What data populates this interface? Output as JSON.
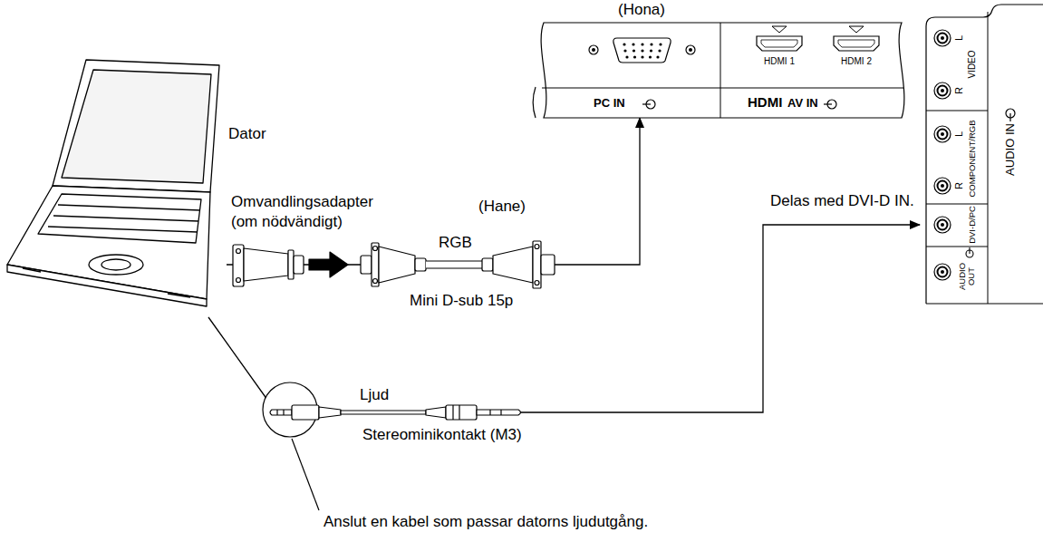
{
  "diagram": {
    "nodes": [
      {
        "text": [
          "(Hona)",
          "PC IN",
          "HDMI 1",
          "HDMI 2",
          "HDMI",
          "AV IN"
        ]
      },
      {
        "text": [
          "L",
          "VIDEO",
          "R",
          "AUDIO IN",
          "L",
          "COMPONENT/RGB",
          "R",
          "DVI-D/PC",
          "AUDIO OUT"
        ]
      },
      {
        "text": [
          "Dator"
        ]
      }
    ],
    "edges": [
      {
        "from": 2,
        "to": 0,
        "arrow": "to",
        "label": "RGB"
      },
      {
        "from": 2,
        "to": 1,
        "arrow": "to",
        "label": "Delas med DVI-D IN."
      }
    ],
    "labels": [
      "Omvandlingsadapter (om nödvändigt)",
      "(Hane)",
      "Mini D-sub 15p",
      "Ljud",
      "Stereominikontakt (M3)",
      "Anslut en kabel som passar datorns ljudutgång."
    ]
  }
}
